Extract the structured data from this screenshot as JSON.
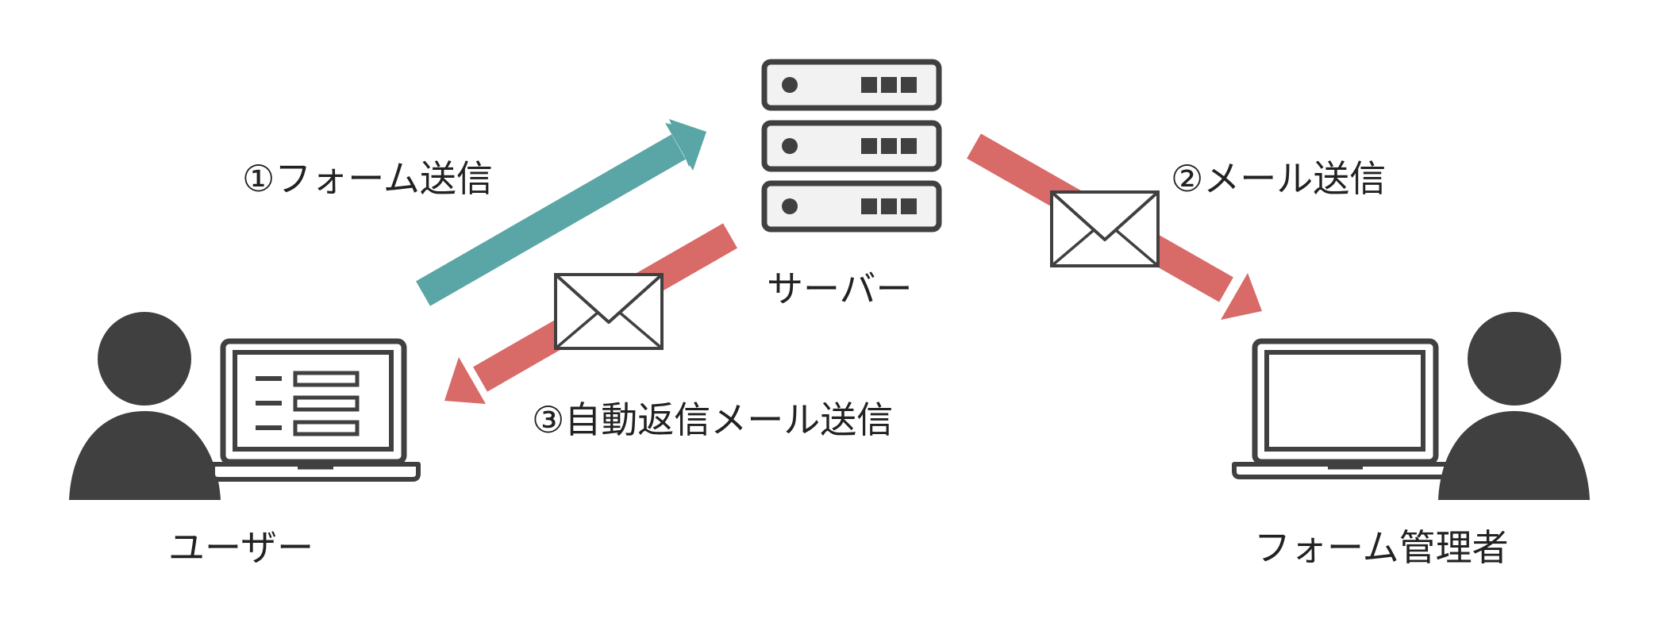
{
  "labels": {
    "step1": "①フォーム送信",
    "step2": "②メール送信",
    "step3": "③自動返信メール送信",
    "server": "サーバー",
    "user": "ユーザー",
    "admin": "フォーム管理者"
  },
  "icons": {
    "user": "person-icon",
    "user_laptop": "laptop-form-icon",
    "server": "server-icon",
    "admin": "person-icon",
    "admin_laptop": "laptop-icon",
    "mail": "envelope-icon"
  },
  "colors": {
    "icon": "#404040",
    "teal_arrow": "#5aa5a5",
    "red_arrow": "#d86a68",
    "text": "#222222",
    "server_fill": "#f2f2f2"
  }
}
